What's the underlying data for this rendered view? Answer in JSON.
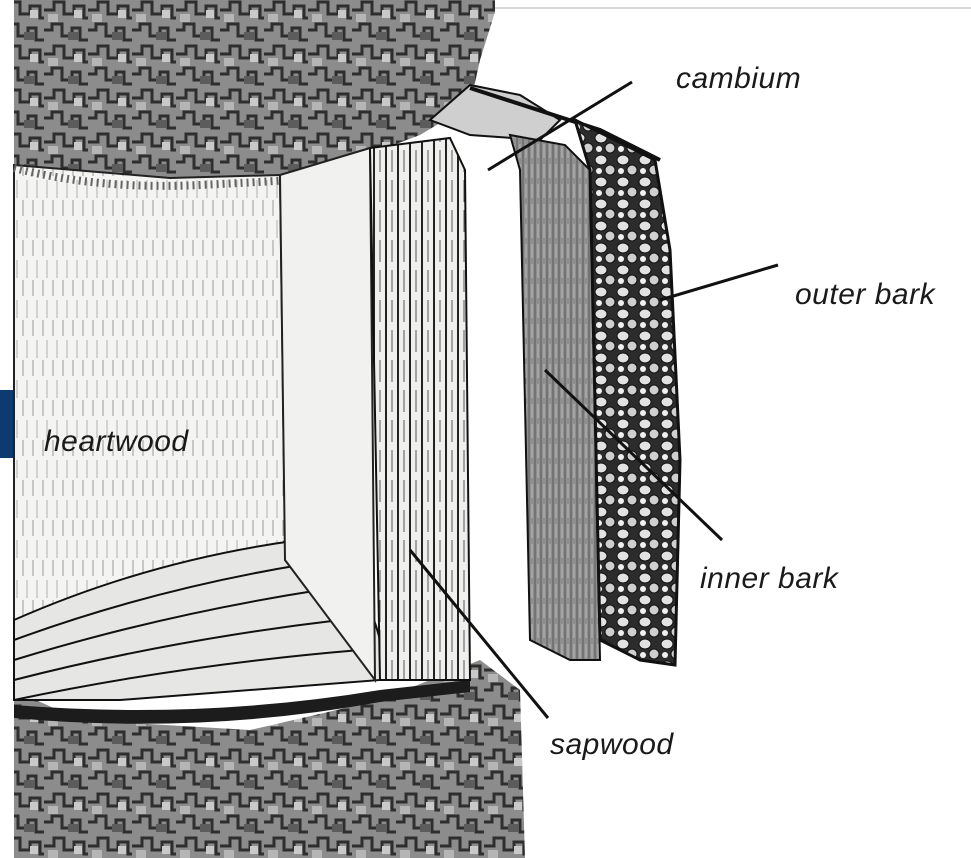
{
  "labels": {
    "cambium": "cambium",
    "outer_bark": "outer bark",
    "inner_bark": "inner bark",
    "sapwood": "sapwood",
    "heartwood": "heartwood"
  },
  "colors": {
    "accent_tab": "#0d3b70",
    "ink": "#1a1a1a",
    "bark_gray": "#8a8a8a"
  }
}
